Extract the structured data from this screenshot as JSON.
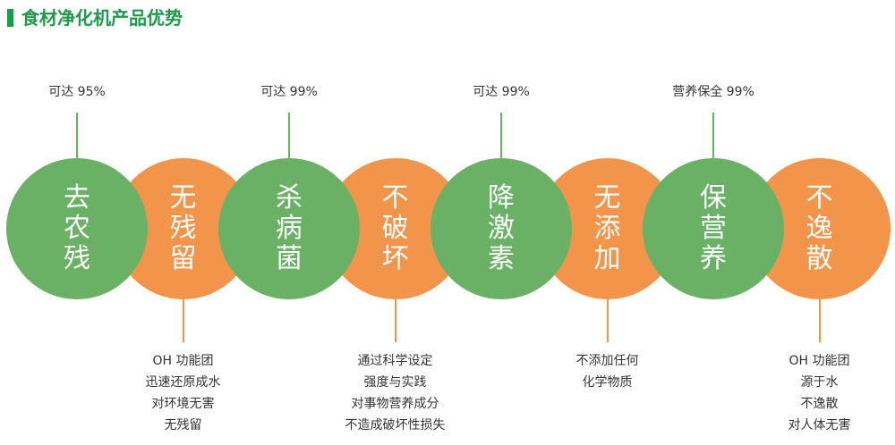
{
  "title": "食材净化机产品优势",
  "colors": {
    "accent": "#1f9a4a",
    "green": "#6ab166",
    "orange": "#f2944a",
    "text": "#333333"
  },
  "items": [
    {
      "chars": [
        "去",
        "农",
        "残"
      ],
      "color": "green",
      "top": "可达 95%"
    },
    {
      "chars": [
        "无",
        "残",
        "留"
      ],
      "color": "orange",
      "bottom": [
        "OH 功能团",
        "迅速还原成水",
        "对环境无害",
        "无残留"
      ]
    },
    {
      "chars": [
        "杀",
        "病",
        "菌"
      ],
      "color": "green",
      "top": "可达 99%"
    },
    {
      "chars": [
        "不",
        "破",
        "坏"
      ],
      "color": "orange",
      "bottom": [
        "通过科学设定",
        "强度与实践",
        "对事物营养成分",
        "不造成破坏性损失"
      ]
    },
    {
      "chars": [
        "降",
        "激",
        "素"
      ],
      "color": "green",
      "top": "可达 99%"
    },
    {
      "chars": [
        "无",
        "添",
        "加"
      ],
      "color": "orange",
      "bottom": [
        "不添加任何",
        "化学物质"
      ]
    },
    {
      "chars": [
        "保",
        "营",
        "养"
      ],
      "color": "green",
      "top": "营养保全 99%"
    },
    {
      "chars": [
        "不",
        "逸",
        "散"
      ],
      "color": "orange",
      "bottom": [
        "OH 功能团",
        "源于水",
        "不逸散",
        "对人体无害"
      ]
    }
  ]
}
